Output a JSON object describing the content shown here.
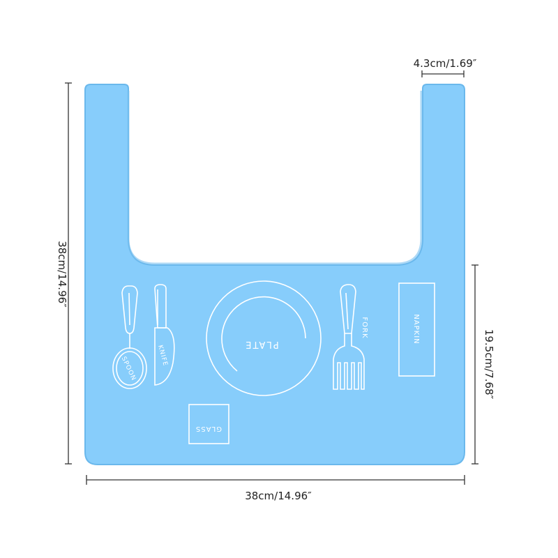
{
  "colors": {
    "mat_fill": "#87cdfb",
    "mat_edge": "#6ab8ec",
    "line_art": "#ffffff",
    "dimension_line": "#333333"
  },
  "dimensions": {
    "total_height": "38cm/14.96″",
    "total_width": "38cm/14.96″",
    "tray_depth": "19.5cm/7.68″",
    "arm_width": "4.3cm/1.69″"
  },
  "placemat": {
    "labels": {
      "spoon": "SPOON",
      "knife": "KNIFE",
      "plate": "PLATE",
      "fork": "FORK",
      "napkin": "NAPKIN",
      "glass": "GLASS"
    },
    "icons": [
      "spoon-icon",
      "knife-icon",
      "plate-icon",
      "fork-icon",
      "napkin-icon",
      "glass-icon"
    ]
  }
}
